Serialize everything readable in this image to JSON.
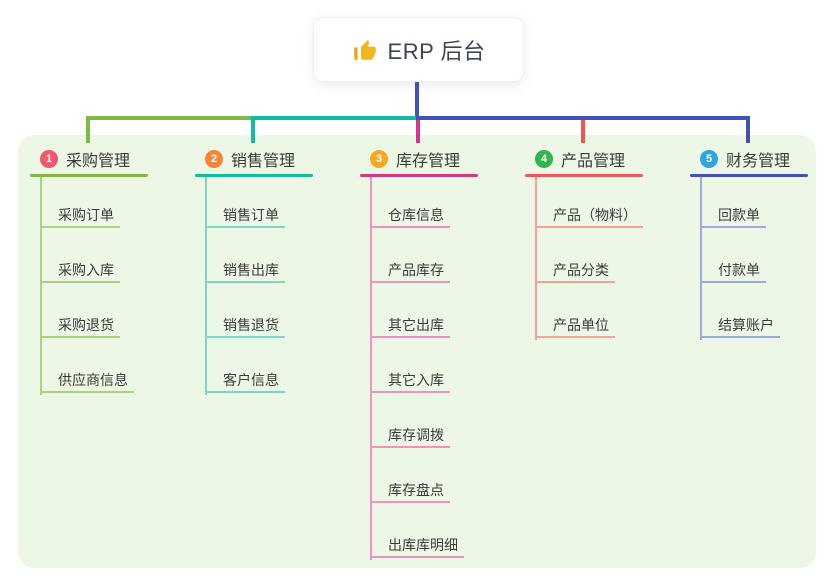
{
  "root": {
    "label": "ERP 后台",
    "icon": "thumbs-up"
  },
  "colors": {
    "panel_bg": "#ECF7E6",
    "root_stem": "#4053BC",
    "text": "#3b3b3b",
    "root_text": "#3E4356"
  },
  "branches": [
    {
      "num": "1",
      "label": "采购管理",
      "badge_color": "#F1566C",
      "line_color": "#7CBB3F",
      "child_line_color": "#A9D47F",
      "children": [
        "采购订单",
        "采购入库",
        "采购退货",
        "供应商信息"
      ]
    },
    {
      "num": "2",
      "label": "销售管理",
      "badge_color": "#F58634",
      "line_color": "#0FBCA4",
      "child_line_color": "#7BD6C5",
      "children": [
        "销售订单",
        "销售出库",
        "销售退货",
        "客户信息"
      ]
    },
    {
      "num": "3",
      "label": "库存管理",
      "badge_color": "#F5A91F",
      "line_color": "#D8348B",
      "child_line_color": "#EF91C1",
      "children": [
        "仓库信息",
        "产品库存",
        "其它出库",
        "其它入库",
        "库存调拨",
        "库存盘点",
        "出库库明细"
      ]
    },
    {
      "num": "4",
      "label": "产品管理",
      "badge_color": "#33B44D",
      "line_color": "#F2564E",
      "child_line_color": "#F7A09B",
      "children": [
        "产品（物料）",
        "产品分类",
        "产品单位"
      ]
    },
    {
      "num": "5",
      "label": "财务管理",
      "badge_color": "#2BA6DE",
      "line_color": "#3F54B5",
      "child_line_color": "#9AACDE",
      "children": [
        "回款单",
        "付款单",
        "结算账户"
      ]
    }
  ]
}
